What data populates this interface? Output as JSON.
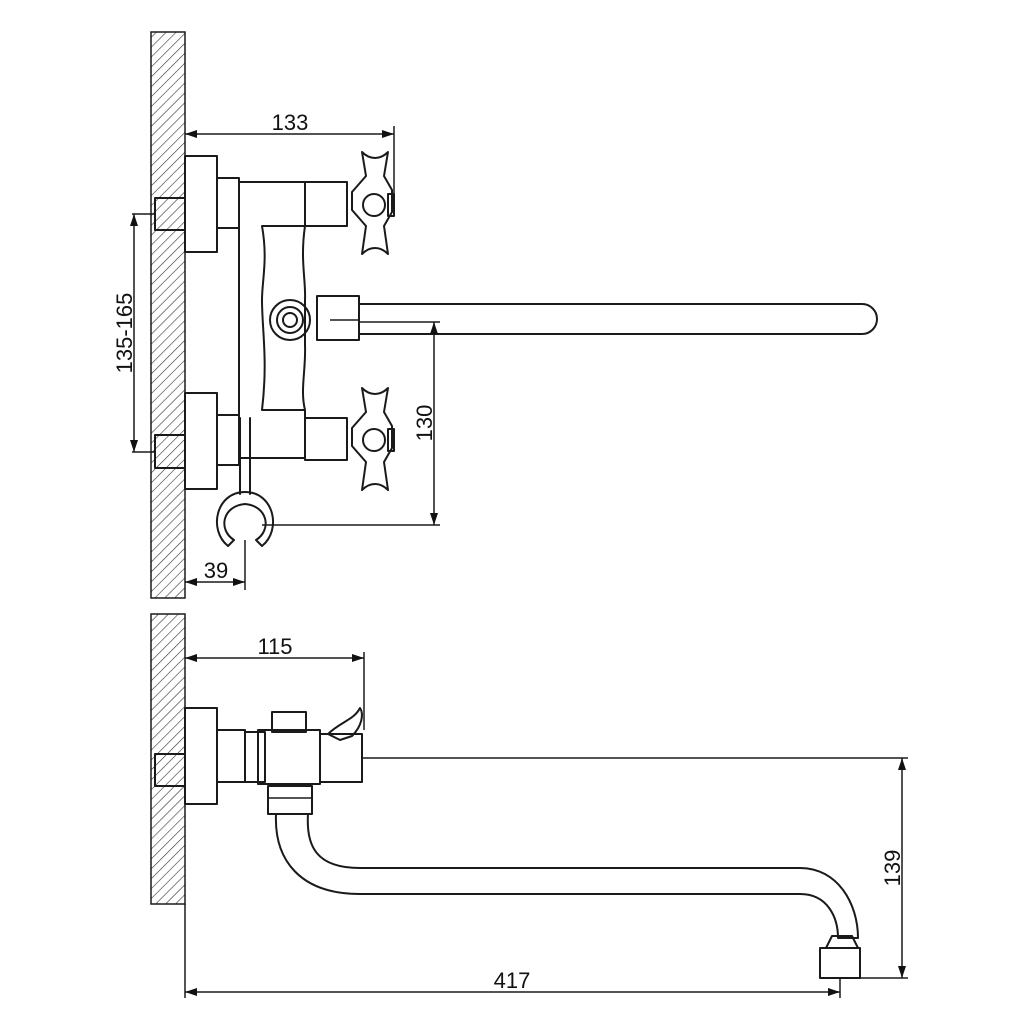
{
  "views": {
    "front": {
      "dim_handle_reach": "133",
      "dim_connection_spacing": "135-165",
      "dim_spout_to_holder": "130",
      "dim_holder_offset": "39"
    },
    "side": {
      "dim_lever_reach": "115",
      "dim_spout_drop": "139",
      "dim_spout_reach": "417"
    }
  }
}
